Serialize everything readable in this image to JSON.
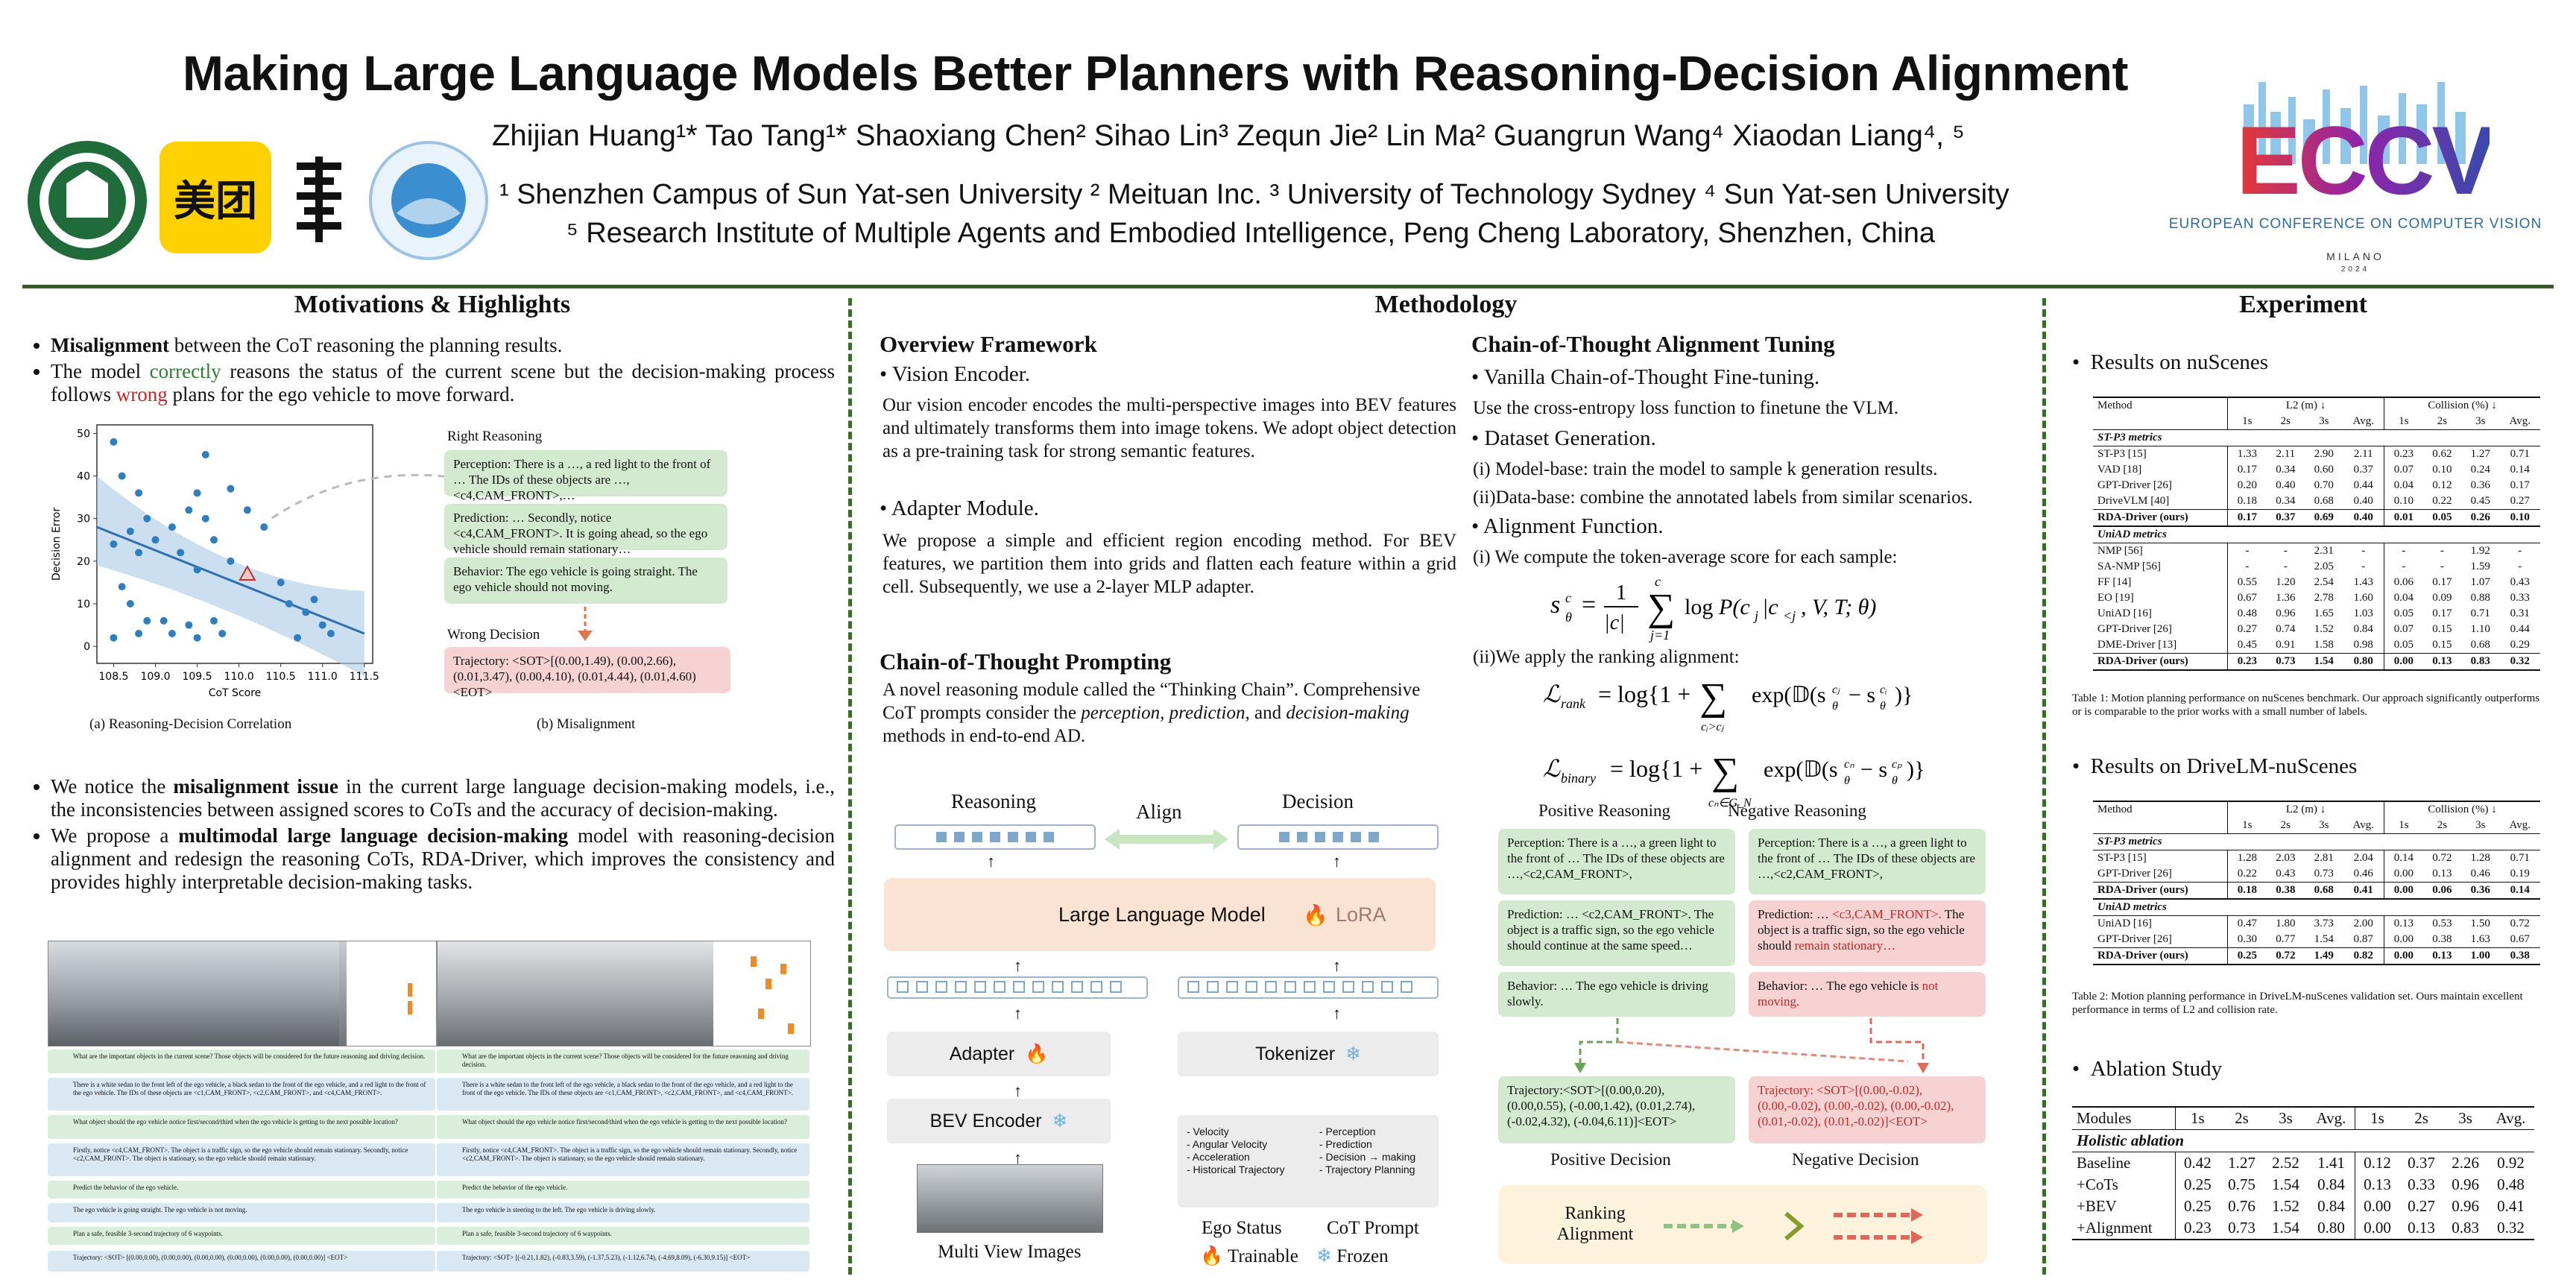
{
  "header": {
    "title": "Making Large Language Models Better Planners with Reasoning-Decision Alignment",
    "authors": "Zhijian Huang¹* Tao Tang¹* Shaoxiang Chen² Sihao Lin³ Zequn Jie² Lin Ma² Guangrun Wang⁴ Xiaodan Liang⁴, ⁵",
    "affil1": "¹ Shenzhen Campus of Sun Yat-sen University  ² Meituan Inc.  ³ University of Technology Sydney  ⁴ Sun Yat-sen University",
    "affil2": "⁵ Research Institute of Multiple Agents and Embodied Intelligence, Peng Cheng Laboratory, Shenzhen, China",
    "meituan_logo": "美团",
    "eccv_logo": "ECCV",
    "eccv_name": "EUROPEAN CONFERENCE ON COMPUTER VISION",
    "eccv_city": "MILANO",
    "eccv_year": "2024"
  },
  "motivations": {
    "heading": "Motivations & Highlights",
    "b1_bold": "Misalignment",
    "b1_rest": " between the CoT reasoning the planning results.",
    "b2_a": "The model ",
    "b2_green": "correctly",
    "b2_b": " reasons the status of the current scene but the decision-making process follows ",
    "b2_red": "wrong",
    "b2_c": " plans for the ego vehicle to move forward.",
    "right_reasoning": "Right Reasoning",
    "wrong_decision": "Wrong Decision",
    "perception_box": "Perception: There is a …, a red light to the front of … The IDs of these objects are …,<c4,CAM_FRONT>,…",
    "prediction_box": "Prediction: … Secondly, notice <c4,CAM_FRONT>. It is going ahead, so the ego vehicle should remain stationary…",
    "behavior_box": "Behavior: The ego vehicle is going straight. The ego vehicle should not moving.",
    "trajectory_box": "Trajectory: <SOT>[(0.00,1.49), (0.00,2.66), (0.01,3.47), (0.00,4.10), (0.01,4.44), (0.01,4.60)<EOT>",
    "caption_a": "(a) Reasoning-Decision Correlation",
    "caption_b": "(b) Misalignment",
    "b3_a": "We notice the ",
    "b3_bold": "misalignment issue",
    "b3_b": " in the current large language decision-making models, i.e., the inconsistencies between assigned scores to CoTs and the accuracy of decision-making.",
    "b4_a": "We propose a ",
    "b4_bold": "multimodal large language decision-making",
    "b4_b": " model with reasoning-decision alignment and redesign the reasoning CoTs, RDA-Driver, which improves the consistency and provides highly interpretable decision-making tasks.",
    "chat_q1": "What are the important objects in the current scene? Those objects will be considered for the future reasoning and driving decision.",
    "chat_a1": "There is a white sedan to the front left of the ego vehicle, a black sedan to the front of the ego vehicle, and a red light to the front of the ego vehicle. The IDs of these objects are <c1,CAM_FRONT>, <c2,CAM_FRONT>, and <c4,CAM_FRONT>.",
    "chat_q2": "What object should the ego vehicle notice first/second/third when the ego vehicle is getting to the next possible location?",
    "chat_a2": "Firstly, notice <c4,CAM_FRONT>. The object is a traffic sign, so the ego vehicle should remain stationary. Secondly, notice <c2,CAM_FRONT>. The object is stationary, so the ego vehicle should remain stationary.",
    "chat_q3": "Predict the behavior of the ego vehicle.",
    "chat_a3l": "The ego vehicle is going straight. The ego vehicle is not moving.",
    "chat_a3r": "The ego vehicle is steering to the left. The ego vehicle is driving slowly.",
    "chat_q4": "Plan a safe, feasible 3-second trajectory of 6 waypoints.",
    "chat_a4l": "Trajectory: <SOT> [(0.00,0.00), (0.00,0.00), (0.00,0.00), (0.00,0.00), (0.00,0.00), (0.00,0.00)] <EOT>",
    "chat_a4r": "Trajectory: <SOT> [(-0.21,1.82), (-0.83,3.59), (-1.37,5.23), (-1.12,6.74), (-4.69,8.09), (-6.30,9.15)] <EOT>"
  },
  "methodology": {
    "heading": "Methodology",
    "overview": "Overview Framework",
    "ve_title": "Vision Encoder.",
    "ve_text": "Our vision encoder encodes the multi-perspective images into BEV features and ultimately transforms them into image tokens. We adopt object detection as a pre-training task for strong semantic features.",
    "am_title": "Adapter Module.",
    "am_text": "We propose a simple and efficient region encoding method. For BEV features, we partition them into grids and flatten each feature within a grid cell. Subsequently, we use a 2-layer MLP adapter.",
    "cot_title": "Chain-of-Thought Prompting",
    "cot_a": "A novel reasoning module called the “Thinking Chain”. Comprehensive CoT prompts consider the ",
    "cot_i1": "perception, prediction,",
    "cot_b": " and ",
    "cot_i2": "decision-making",
    "cot_c": " methods in end-to-end AD.",
    "diag": {
      "reasoning": "Reasoning",
      "decision": "Decision",
      "align": "Align",
      "llm": "Large Language Model",
      "lora": "LoRA",
      "adapter": "Adapter",
      "tokenizer": "Tokenizer",
      "bev": "BEV Encoder",
      "ego_left": [
        "- Velocity",
        "- Angular Velocity",
        "- Acceleration",
        "- Historical Trajectory"
      ],
      "ego_right": [
        "- Perception",
        "- Prediction",
        "- Decision → making",
        "- Trajectory Planning"
      ],
      "multi_view": "Multi View Images",
      "ego_status": "Ego Status",
      "cot_prompt": "CoT Prompt",
      "trainable": "Trainable",
      "frozen": "Frozen"
    },
    "align_title": "Chain-of-Thought Alignment Tuning",
    "vcf": "Vanilla Chain-of-Thought Fine-tuning.",
    "vcf_text": "Use the cross-entropy loss function to finetune the VLM.",
    "dg": "Dataset Generation.",
    "dg1": "(i) Model-base: train the model to sample k generation results.",
    "dg2": "(ii)Data-base: combine the annotated labels from similar scenarios.",
    "af": "Alignment Function.",
    "af1": "(i) We compute the token-average score for each sample:",
    "af2": "(ii)We apply the ranking alignment:",
    "pos_reason": "Positive Reasoning",
    "neg_reason": "Negative Reasoning",
    "pos_perc": "Perception: There is a …, a green light to the front of … The IDs of these objects are …,<c2,CAM_FRONT>,",
    "neg_perc": "Perception: There is a …, a green light to the front of … The IDs of these objects are …,<c2,CAM_FRONT>,",
    "pos_pred": "Prediction: … <c2,CAM_FRONT>. The object is a traffic sign, so the ego vehicle should continue at the same speed…",
    "neg_pred_a": "Prediction: … ",
    "neg_pred_r1": "<c3,CAM_FRONT>.",
    "neg_pred_b": " The object is a traffic sign, so the ego vehicle should ",
    "neg_pred_r2": "remain stationary…",
    "pos_beh": "Behavior: … The ego vehicle is driving slowly.",
    "neg_beh_a": "Behavior: … The ego vehicle is ",
    "neg_beh_r": "not moving.",
    "pos_traj": "Trajectory:<SOT>[(0.00,0.20), (0.00,0.55), (-0.00,1.42), (0.01,2.74), (-0.02,4.32), (-0.04,6.11)]<EOT>",
    "neg_traj": "Trajectory: <SOT>[(0.00,-0.02), (0.00,-0.02), (0.00,-0.02), (0.00,-0.02), (0.01,-0.02), (0.01,-0.02)]<EOT>",
    "pos_dec": "Positive Decision",
    "neg_dec": "Negative Decision",
    "ranking_alignment": "Ranking Alignment"
  },
  "experiment": {
    "heading": "Experiment",
    "nuscenes": "Results on nuScenes",
    "drivelm": "Results on DriveLM-nuScenes",
    "ablation": "Ablation Study",
    "t1_caption": "Table 1: Motion planning performance on nuScenes benchmark. Our approach significantly outperforms or is comparable to the prior works with a small number of labels.",
    "t2_caption": "Table 2: Motion planning performance in DriveLM-nuScenes validation set. Ours maintain excellent performance in terms of L2 and collision rate.",
    "hdr": {
      "method": "Method",
      "l2": "L2 (m) ↓",
      "col": "Collision (%) ↓",
      "s1": "1s",
      "s2": "2s",
      "s3": "3s",
      "avg": "Avg."
    },
    "t1_groups": [
      {
        "name": "ST-P3 metrics",
        "rows": [
          [
            "ST-P3 [15]",
            "1.33",
            "2.11",
            "2.90",
            "2.11",
            "0.23",
            "0.62",
            "1.27",
            "0.71"
          ],
          [
            "VAD [18]",
            "0.17",
            "0.34",
            "0.60",
            "0.37",
            "0.07",
            "0.10",
            "0.24",
            "0.14"
          ],
          [
            "GPT-Driver [26]",
            "0.20",
            "0.40",
            "0.70",
            "0.44",
            "0.04",
            "0.12",
            "0.36",
            "0.17"
          ],
          [
            "DriveVLM [40]",
            "0.18",
            "0.34",
            "0.68",
            "0.40",
            "0.10",
            "0.22",
            "0.45",
            "0.27"
          ]
        ],
        "ours": [
          "RDA-Driver (ours)",
          "0.17",
          "0.37",
          "0.69",
          "0.40",
          "0.01",
          "0.05",
          "0.26",
          "0.10"
        ]
      },
      {
        "name": "UniAD metrics",
        "rows": [
          [
            "NMP [56]",
            "-",
            "-",
            "2.31",
            "-",
            "-",
            "-",
            "1.92",
            "-"
          ],
          [
            "SA-NMP [56]",
            "-",
            "-",
            "2.05",
            "-",
            "-",
            "-",
            "1.59",
            "-"
          ],
          [
            "FF [14]",
            "0.55",
            "1.20",
            "2.54",
            "1.43",
            "0.06",
            "0.17",
            "1.07",
            "0.43"
          ],
          [
            "EO [19]",
            "0.67",
            "1.36",
            "2.78",
            "1.60",
            "0.04",
            "0.09",
            "0.88",
            "0.33"
          ],
          [
            "UniAD [16]",
            "0.48",
            "0.96",
            "1.65",
            "1.03",
            "0.05",
            "0.17",
            "0.71",
            "0.31"
          ],
          [
            "GPT-Driver [26]",
            "0.27",
            "0.74",
            "1.52",
            "0.84",
            "0.07",
            "0.15",
            "1.10",
            "0.44"
          ],
          [
            "DME-Driver [13]",
            "0.45",
            "0.91",
            "1.58",
            "0.98",
            "0.05",
            "0.15",
            "0.68",
            "0.29"
          ]
        ],
        "ours": [
          "RDA-Driver (ours)",
          "0.23",
          "0.73",
          "1.54",
          "0.80",
          "0.00",
          "0.13",
          "0.83",
          "0.32"
        ]
      }
    ],
    "t2_groups": [
      {
        "name": "ST-P3 metrics",
        "rows": [
          [
            "ST-P3 [15]",
            "1.28",
            "2.03",
            "2.81",
            "2.04",
            "0.14",
            "0.72",
            "1.28",
            "0.71"
          ],
          [
            "GPT-Driver [26]",
            "0.22",
            "0.43",
            "0.73",
            "0.46",
            "0.00",
            "0.13",
            "0.46",
            "0.19"
          ]
        ],
        "ours": [
          "RDA-Driver (ours)",
          "0.18",
          "0.38",
          "0.68",
          "0.41",
          "0.00",
          "0.06",
          "0.36",
          "0.14"
        ]
      },
      {
        "name": "UniAD metrics",
        "rows": [
          [
            "UniAD [16]",
            "0.47",
            "1.80",
            "3.73",
            "2.00",
            "0.13",
            "0.53",
            "1.50",
            "0.72"
          ],
          [
            "GPT-Driver [26]",
            "0.30",
            "0.77",
            "1.54",
            "0.87",
            "0.00",
            "0.38",
            "1.63",
            "0.67"
          ]
        ],
        "ours": [
          "RDA-Driver (ours)",
          "0.25",
          "0.72",
          "1.49",
          "0.82",
          "0.00",
          "0.13",
          "1.00",
          "0.38"
        ]
      }
    ],
    "t3_hdr": [
      "Modules",
      "1s",
      "2s",
      "3s",
      "Avg.",
      "1s",
      "2s",
      "3s",
      "Avg."
    ],
    "t3_group": "Holistic ablation",
    "t3_rows": [
      [
        "Baseline",
        "0.42",
        "1.27",
        "2.52",
        "1.41",
        "0.12",
        "0.37",
        "2.26",
        "0.92"
      ],
      [
        "+CoTs",
        "0.25",
        "0.75",
        "1.54",
        "0.84",
        "0.13",
        "0.33",
        "0.96",
        "0.48"
      ],
      [
        "+BEV",
        "0.25",
        "0.76",
        "1.52",
        "0.84",
        "0.00",
        "0.27",
        "0.96",
        "0.41"
      ],
      [
        "+Alignment",
        "0.23",
        "0.73",
        "1.54",
        "0.80",
        "0.00",
        "0.13",
        "0.83",
        "0.32"
      ]
    ]
  },
  "scatter": {
    "chart_data": {
      "type": "scatter",
      "xlabel": "CoT Score",
      "ylabel": "Decision Error",
      "xticks": [
        "108.5",
        "109.0",
        "109.5",
        "110.0",
        "110.5",
        "111.0",
        "111.5"
      ],
      "yticks": [
        "0",
        "10",
        "20",
        "30",
        "40",
        "50"
      ],
      "xlim": [
        108.3,
        111.6
      ],
      "ylim": [
        -4,
        52
      ],
      "points": [
        [
          108.5,
          48
        ],
        [
          108.6,
          40
        ],
        [
          108.8,
          36
        ],
        [
          108.9,
          30
        ],
        [
          108.7,
          27
        ],
        [
          108.5,
          24
        ],
        [
          108.8,
          22
        ],
        [
          109.0,
          25
        ],
        [
          109.2,
          28
        ],
        [
          109.4,
          32
        ],
        [
          109.5,
          36
        ],
        [
          109.6,
          30
        ],
        [
          109.3,
          22
        ],
        [
          109.5,
          18
        ],
        [
          109.7,
          25
        ],
        [
          109.9,
          20
        ],
        [
          108.6,
          14
        ],
        [
          108.7,
          10
        ],
        [
          108.9,
          6
        ],
        [
          108.8,
          3
        ],
        [
          109.1,
          6
        ],
        [
          109.2,
          3
        ],
        [
          109.4,
          5
        ],
        [
          109.5,
          2
        ],
        [
          109.7,
          6
        ],
        [
          109.8,
          3
        ],
        [
          109.6,
          45
        ],
        [
          109.9,
          37
        ],
        [
          110.1,
          32
        ],
        [
          110.3,
          28
        ],
        [
          110.5,
          15
        ],
        [
          110.6,
          10
        ],
        [
          110.8,
          8
        ],
        [
          111.0,
          5
        ],
        [
          111.1,
          3
        ],
        [
          110.7,
          2
        ],
        [
          110.9,
          11
        ],
        [
          108.5,
          2
        ]
      ],
      "trend": [
        [
          108.3,
          28
        ],
        [
          111.5,
          3
        ]
      ],
      "highlight": [
        110.1,
        17
      ]
    }
  }
}
